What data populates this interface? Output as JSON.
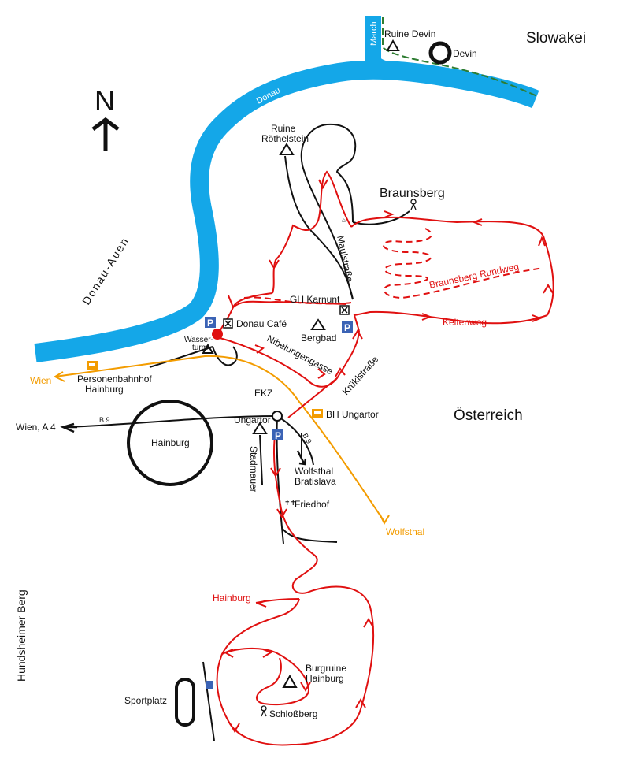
{
  "colors": {
    "river": "#14a7e8",
    "trail": "#e01010",
    "railway": "#f39c00",
    "road": "#111111",
    "border": "#2e7d32",
    "parking": "#3b63b5"
  },
  "labels": {
    "country_north": "Slowakei",
    "country_south": "Österreich",
    "north": "N",
    "ruine_devin": "Ruine Devin",
    "devin": "Devin",
    "march": "March",
    "donau": "Donau",
    "donau_auen": "Donau-Auen",
    "ruine_rothelstein_1": "Ruine",
    "ruine_rothelstein_2": "Röthelstein",
    "braunsberg": "Braunsberg",
    "maulstrasse": "Maulstraße",
    "braunsberg_rundweg": "Braunsberg Rundweg",
    "keltenweg": "Keltenweg",
    "gh_karnunt": "GH Karnunt",
    "bergbad": "Bergbad",
    "donau_cafe": "Donau Café",
    "wasserturm_1": "Wasser-",
    "wasserturm_2": "turm",
    "nibelungengasse": "Nibelungengasse",
    "kruklstrasse": "Krüklstraße",
    "wien_rail": "Wien",
    "personenbahnhof_1": "Personenbahnhof",
    "personenbahnhof_2": "Hainburg",
    "ekz": "EKZ",
    "bh_ungartor": "BH Ungartor",
    "ungartor": "Ungartor",
    "wien_a4": "Wien, A 4",
    "b9_west": "B 9",
    "b9_east": "B 9",
    "hainburg_town": "Hainburg",
    "stadmauer": "Stadmauer",
    "wolfsthal_bratislava_1": "Wolfsthal",
    "wolfsthal_bratislava_2": "Bratislava",
    "friedhof": "Friedhof",
    "wolfsthal_rail": "Wolfsthal",
    "hundsheimer_berg": "Hundsheimer Berg",
    "hainburg_trail": "Hainburg",
    "burgruine_1": "Burgruine",
    "burgruine_2": "Hainburg",
    "sportplatz": "Sportplatz",
    "schlossberg": "Schloßberg",
    "parking": "P"
  },
  "icons": [
    "north-arrow-icon",
    "peak-icon",
    "castle-ruin-icon",
    "restaurant-icon",
    "parking-icon",
    "station-icon",
    "bus-stop-icon",
    "cemetery-icon",
    "viewpoint-icon",
    "start-point-icon"
  ]
}
